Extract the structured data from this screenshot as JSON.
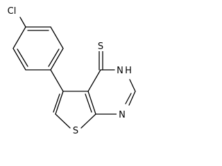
{
  "structure": {
    "atom_labels": {
      "chlorine": "Cl",
      "thione_sulfur": "S",
      "nh_nitrogen": "N",
      "nh_hydrogen": "H",
      "ring_nitrogen": "N",
      "thiophene_sulfur": "S"
    },
    "bond_color": "#000000",
    "background_color": "#ffffff"
  }
}
